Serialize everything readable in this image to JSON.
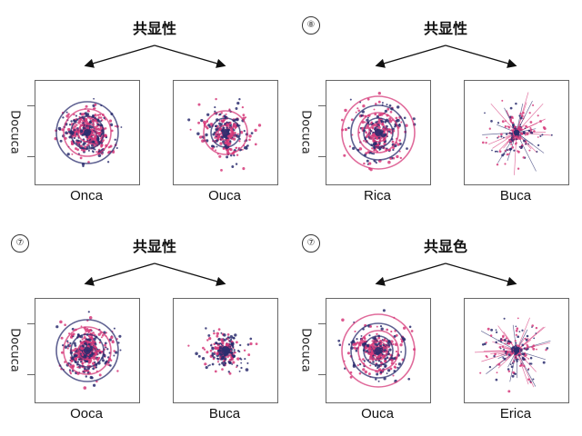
{
  "colors": {
    "pink": "#d63a7a",
    "navy": "#2b2d6e",
    "frame": "#666666",
    "text": "#111111"
  },
  "panels": [
    {
      "title": "共显性",
      "marker": "",
      "ylabel": "Docuca",
      "left": {
        "label": "Onca",
        "pattern": "rings-dense"
      },
      "right": {
        "label": "Ouca",
        "pattern": "rings-light"
      }
    },
    {
      "title": "共显性",
      "marker": "⑧",
      "ylabel": "Docuca",
      "left": {
        "label": "Rica",
        "pattern": "rings-target"
      },
      "right": {
        "label": "Buca",
        "pattern": "starburst"
      }
    },
    {
      "title": "共显性",
      "marker": "⑦",
      "ylabel": "Docuca",
      "left": {
        "label": "Ooca",
        "pattern": "rings-dense"
      },
      "right": {
        "label": "Buca",
        "pattern": "cluster"
      }
    },
    {
      "title": "共显色",
      "marker": "⑦",
      "ylabel": "Docuca",
      "left": {
        "label": "Ouca",
        "pattern": "rings-target"
      },
      "right": {
        "label": "Erica",
        "pattern": "starburst"
      }
    }
  ]
}
